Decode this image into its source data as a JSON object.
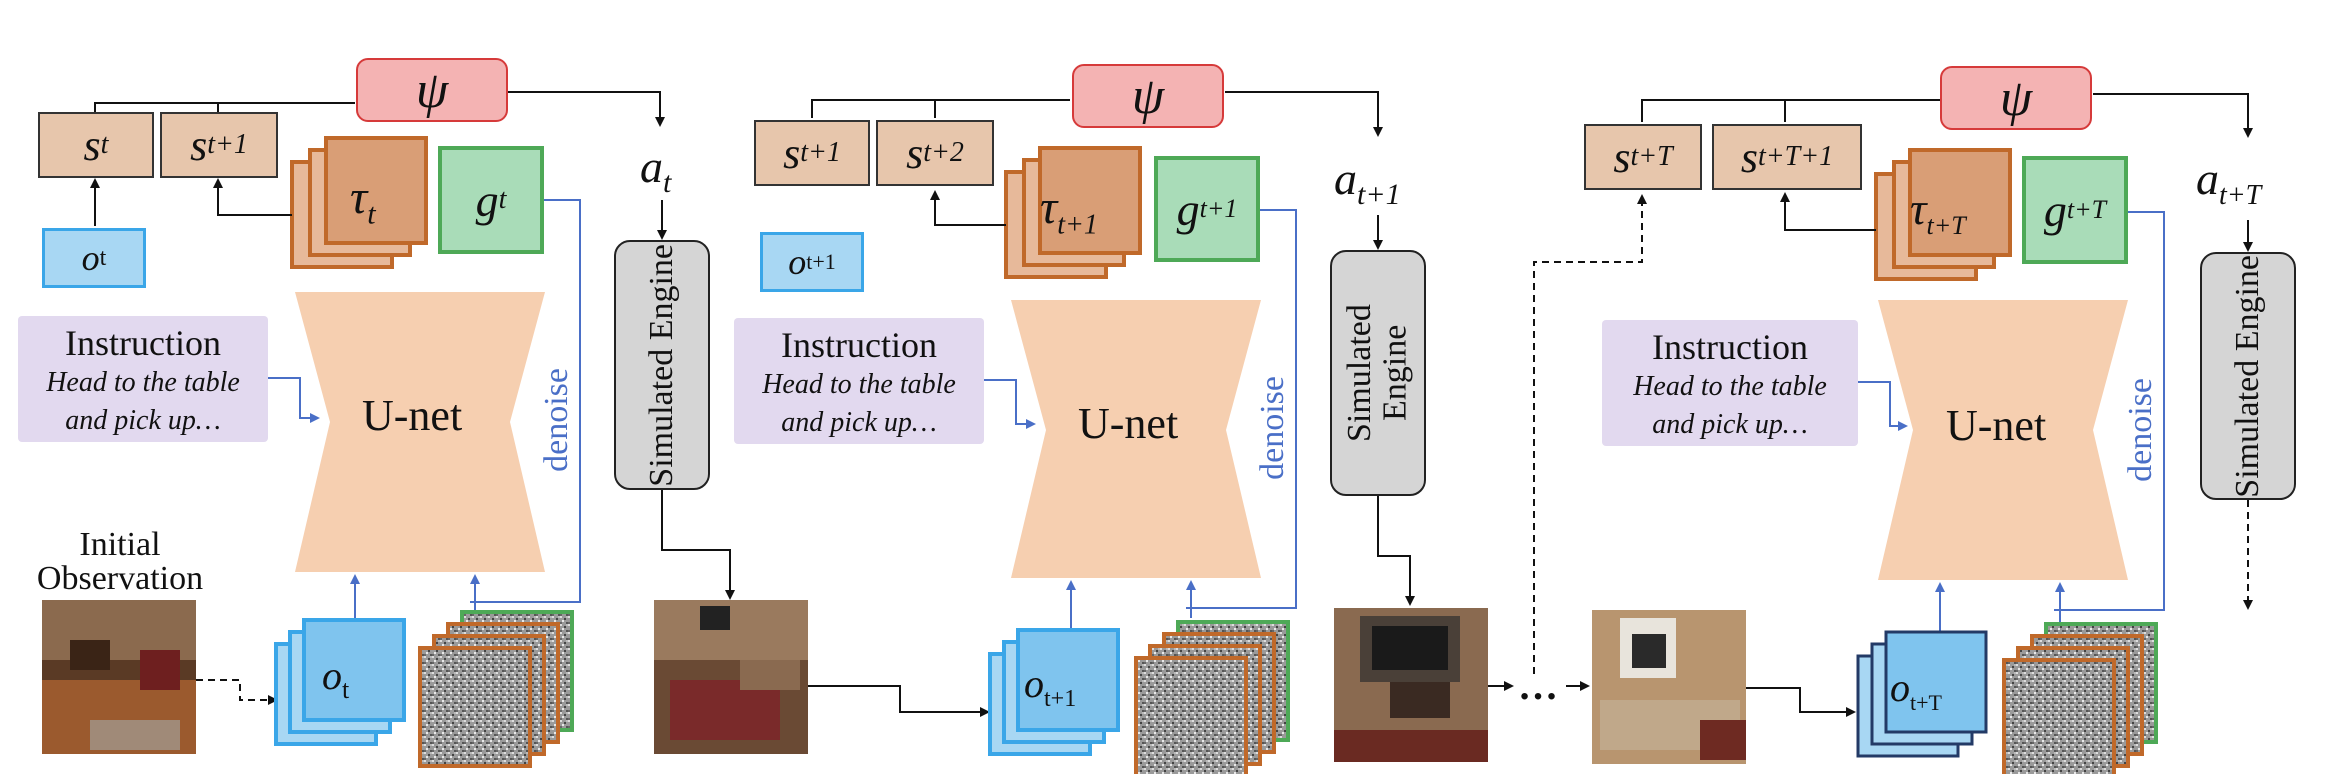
{
  "stages": [
    {
      "id": "t",
      "state_a": "s",
      "state_a_sub": "t",
      "state_b": "s",
      "state_b_sub": "t+1",
      "tau": "τ",
      "tau_sub": "t",
      "goal": "g",
      "goal_sub": "t",
      "psi": "ψ",
      "action": "a",
      "action_sub": "t",
      "obs": "o",
      "obs_sub": "t",
      "unet": "U-net",
      "denoise": "denoise",
      "engine": "Simulated Engine",
      "instr_title": "Instruction",
      "instr_line1": "Head to the table",
      "instr_line2": "and pick up…"
    },
    {
      "id": "t+1",
      "state_a": "s",
      "state_a_sub": "t+1",
      "state_b": "s",
      "state_b_sub": "t+2",
      "tau": "τ",
      "tau_sub": "t+1",
      "goal": "g",
      "goal_sub": "t+1",
      "psi": "ψ",
      "action": "a",
      "action_sub": "t+1",
      "obs": "o",
      "obs_sub": "t+1",
      "unet": "U-net",
      "denoise": "denoise",
      "engine": "Simulated Engine",
      "instr_title": "Instruction",
      "instr_line1": "Head to the table",
      "instr_line2": "and pick up…"
    },
    {
      "id": "t+T",
      "state_a": "s",
      "state_a_sub": "t+T",
      "state_b": "s",
      "state_b_sub": "t+T+1",
      "tau": "τ",
      "tau_sub": "t+T",
      "goal": "g",
      "goal_sub": "t+T",
      "psi": "ψ",
      "action": "a",
      "action_sub": "t+T",
      "obs": "o",
      "obs_sub": "t+T",
      "unet": "U-net",
      "denoise": "denoise",
      "engine": "Simulated Engine",
      "instr_title": "Instruction",
      "instr_line1": "Head to the table",
      "instr_line2": "and pick up…"
    }
  ],
  "initial_observation": "Initial Observation",
  "ellipsis": "…",
  "colors": {
    "state_fill": "#e7c6ac",
    "psi_fill": "#f4b3b3",
    "psi_border": "#d63a3a",
    "goal_fill": "#a9dcb8",
    "goal_border": "#4ea957",
    "obs_fill": "#a8d7f3",
    "obs_border": "#3aa6e8",
    "tau_fill": "#e7b99a",
    "tau_border": "#c0692a",
    "unet_fill": "#f6cfb0",
    "instr_fill": "#e2d9ef",
    "engine_fill": "#d5d5d5",
    "denoise_line": "#4a6fc7"
  }
}
